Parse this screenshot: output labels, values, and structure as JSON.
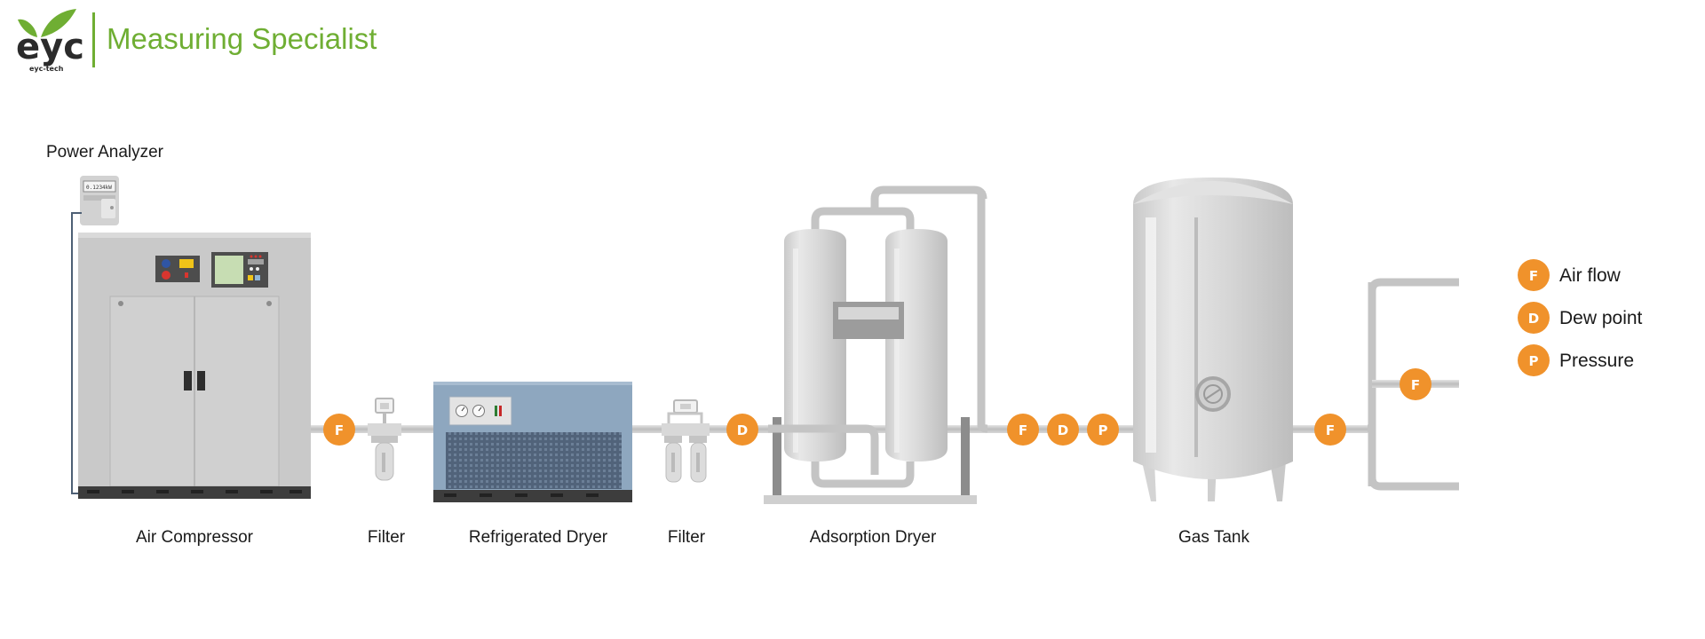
{
  "header": {
    "logo_text": "eyc",
    "logo_subtext": "eyc-tech",
    "title": "Measuring Specialist"
  },
  "components": {
    "power_analyzer": "Power Analyzer",
    "power_analyzer_display": "0.1234kW",
    "air_compressor": "Air Compressor",
    "filter_1": "Filter",
    "refrigerated_dryer": "Refrigerated Dryer",
    "filter_2": "Filter",
    "adsorption_dryer": "Adsorption Dryer",
    "gas_tank": "Gas Tank"
  },
  "sensors": {
    "after_compressor": "F",
    "after_filter_2": "D",
    "after_dryer_flow": "F",
    "after_dryer_dew": "D",
    "after_dryer_pressure": "P",
    "after_tank": "F",
    "branch": "F"
  },
  "legend": [
    {
      "symbol": "F",
      "label": "Air flow"
    },
    {
      "symbol": "D",
      "label": "Dew point"
    },
    {
      "symbol": "P",
      "label": "Pressure"
    }
  ],
  "colors": {
    "brand_green": "#6fae33",
    "sensor_orange": "#f0922b",
    "dryer_blue": "#8ea7bf",
    "pipe_grey": "#c9c9c9"
  }
}
